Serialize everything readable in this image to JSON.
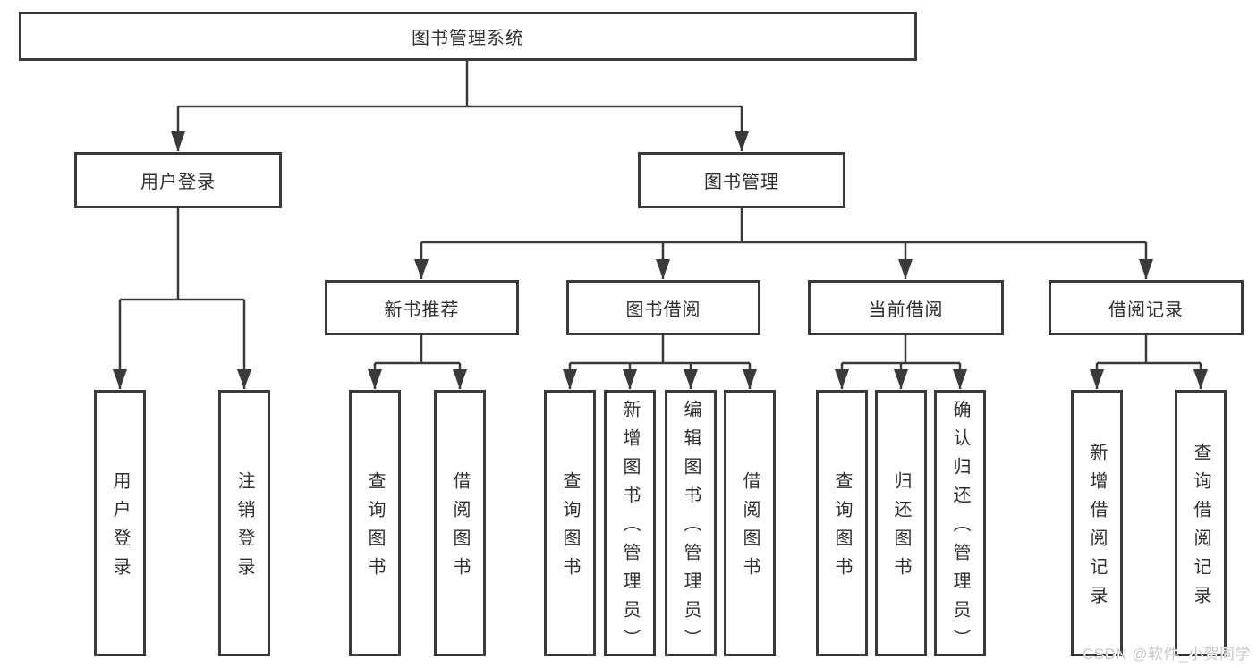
{
  "tree": {
    "label": "图书管理系统",
    "children": [
      {
        "label": "用户登录",
        "children": [
          {
            "label": "用户登录"
          },
          {
            "label": "注销登录"
          }
        ]
      },
      {
        "label": "图书管理",
        "children": [
          {
            "label": "新书推荐",
            "children": [
              {
                "label": "查询图书"
              },
              {
                "label": "借阅图书"
              }
            ]
          },
          {
            "label": "图书借阅",
            "children": [
              {
                "label": "查询图书"
              },
              {
                "label": "新增图书（管理员）"
              },
              {
                "label": "编辑图书（管理员）"
              },
              {
                "label": "借阅图书"
              }
            ]
          },
          {
            "label": "当前借阅",
            "children": [
              {
                "label": "查询图书"
              },
              {
                "label": "归还图书"
              },
              {
                "label": "确认归还（管理员）"
              }
            ]
          },
          {
            "label": "借阅记录",
            "children": [
              {
                "label": "新增借阅记录"
              },
              {
                "label": "查询借阅记录"
              }
            ]
          }
        ]
      }
    ]
  },
  "watermark": {
    "text": "CSDN @软件_小贺同学"
  },
  "colors": {
    "line": "#3a3a3a",
    "text": "#2f2f2f",
    "background": "#ffffff",
    "watermark": "#c8c8c8"
  }
}
